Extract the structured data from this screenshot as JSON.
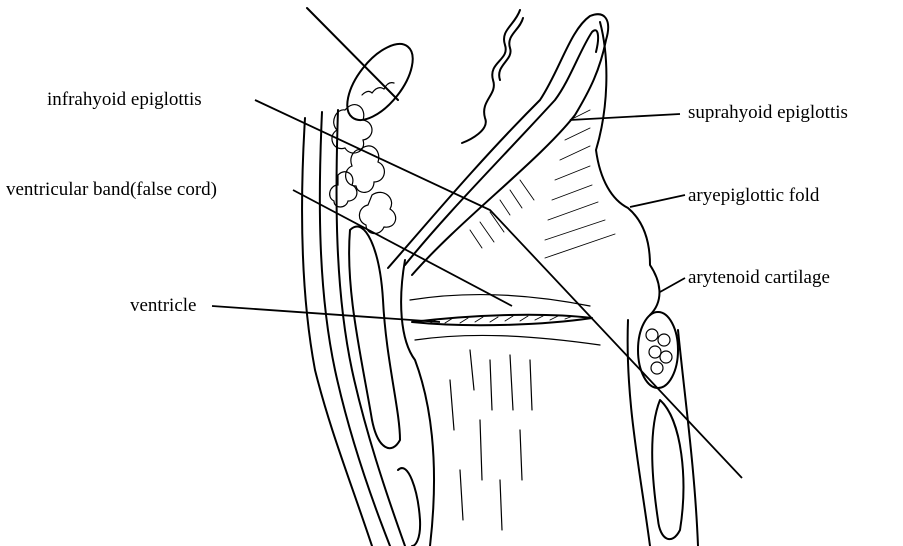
{
  "labels": {
    "infrahyoid": "infrahyoid epiglottis",
    "ventricular_band": "ventricular band(false cord)",
    "ventricle": "ventricle",
    "suprahyoid": "suprahyoid epiglottis",
    "aryepiglottic": "aryepiglottic fold",
    "arytenoid": "arytenoid cartilage"
  }
}
